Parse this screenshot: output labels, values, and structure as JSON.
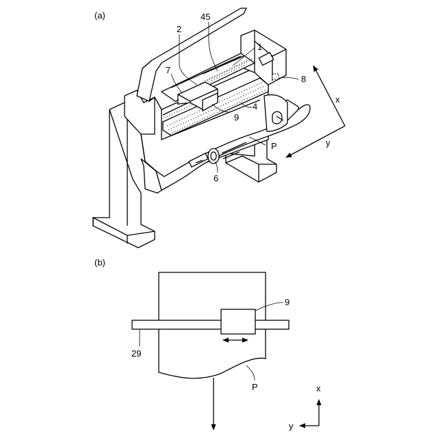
{
  "panel_a": {
    "label": "(a)",
    "callouts": {
      "c2": "2",
      "c45": "45",
      "c1": "1",
      "c7": "7",
      "c8": "8",
      "c4": "4",
      "c9": "9",
      "cP": "P",
      "c6": "6"
    },
    "axes": {
      "x": "x",
      "y": "y"
    }
  },
  "panel_b": {
    "label": "(b)",
    "callouts": {
      "c9": "9",
      "c29": "29",
      "cP": "P"
    },
    "axes": {
      "x": "x",
      "y": "y"
    }
  }
}
